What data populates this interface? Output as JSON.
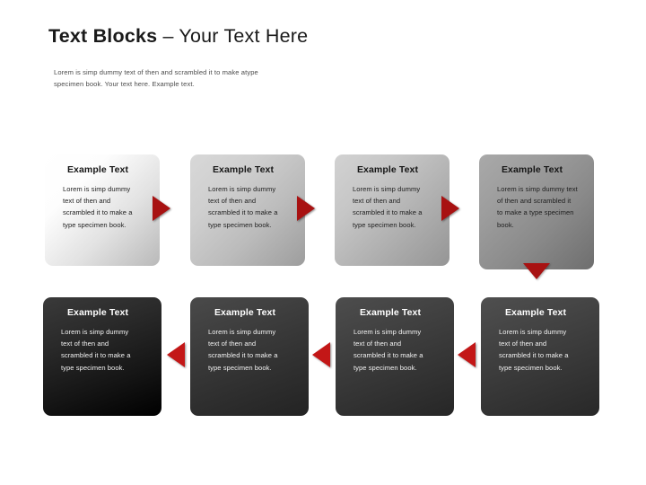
{
  "slide": {
    "title_bold": "Text Blocks",
    "title_rest": " – Your Text Here",
    "subtitle": "Lorem is simp dummy text of then and scrambled it to make atype specimen book. Your text here. Example text.",
    "accent_color": "#a81212",
    "accent_color_light": "#c31717",
    "background_color": "#ffffff"
  },
  "row1": {
    "blocks": [
      {
        "heading": "Example Text",
        "body": "Lorem is simp dummy text of then and scrambled it to make a type specimen book."
      },
      {
        "heading": "Example Text",
        "body": "Lorem is simp dummy text of then and scrambled it to make a type specimen book."
      },
      {
        "heading": "Example Text",
        "body": "Lorem is simp dummy text of then and scrambled it to make a type specimen book."
      },
      {
        "heading": "Example Text",
        "body": "Lorem is simp dummy text of then and scrambled it to make a type specimen book."
      }
    ]
  },
  "row2": {
    "blocks": [
      {
        "heading": "Example Text",
        "body": "Lorem is simp dummy text of then and scrambled it to make a type specimen book."
      },
      {
        "heading": "Example Text",
        "body": "Lorem is simp dummy text of then and scrambled it to make a type specimen book."
      },
      {
        "heading": "Example Text",
        "body": "Lorem is simp dummy text of then and scrambled it to make a type specimen book."
      },
      {
        "heading": "Example Text",
        "body": "Lorem is simp dummy text of then and scrambled it to make a type specimen book."
      }
    ]
  },
  "connectors": [
    {
      "name": "arrow-right-1",
      "direction": "right"
    },
    {
      "name": "arrow-right-2",
      "direction": "right"
    },
    {
      "name": "arrow-right-3",
      "direction": "right"
    },
    {
      "name": "arrow-down-1",
      "direction": "down"
    },
    {
      "name": "arrow-left-1",
      "direction": "left"
    },
    {
      "name": "arrow-left-2",
      "direction": "left"
    },
    {
      "name": "arrow-left-3",
      "direction": "left"
    }
  ]
}
